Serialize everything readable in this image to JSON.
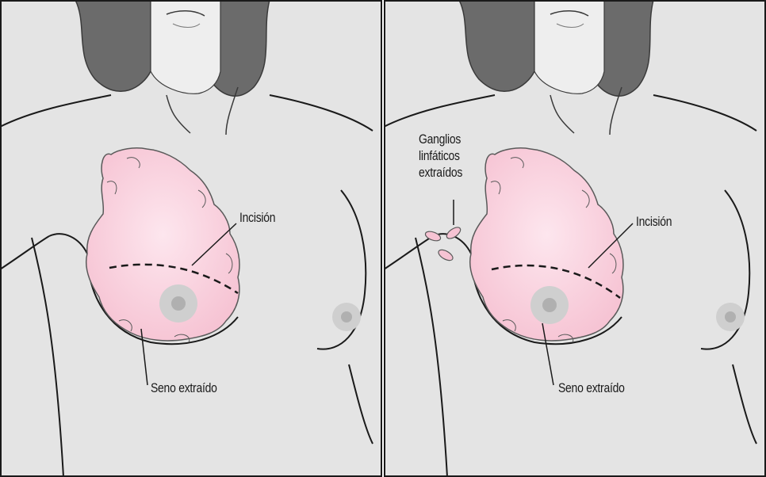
{
  "panels": [
    {
      "labels": {
        "incision": "Incisión",
        "breast_removed": "Seno extraído"
      }
    },
    {
      "labels": {
        "incision": "Incisión",
        "breast_removed": "Seno extraído",
        "lymph_nodes": [
          "Ganglios",
          "linfáticos",
          "extraídos"
        ]
      }
    }
  ],
  "colors": {
    "skin": "#e4e4e4",
    "hair": "#6b6b6b",
    "hair_dark": "#4a4a4a",
    "tissue": "#f7c9d7",
    "tissue_light": "#fbe0e9",
    "outline": "#1a1a1a",
    "nipple": "#bdbdbd"
  }
}
